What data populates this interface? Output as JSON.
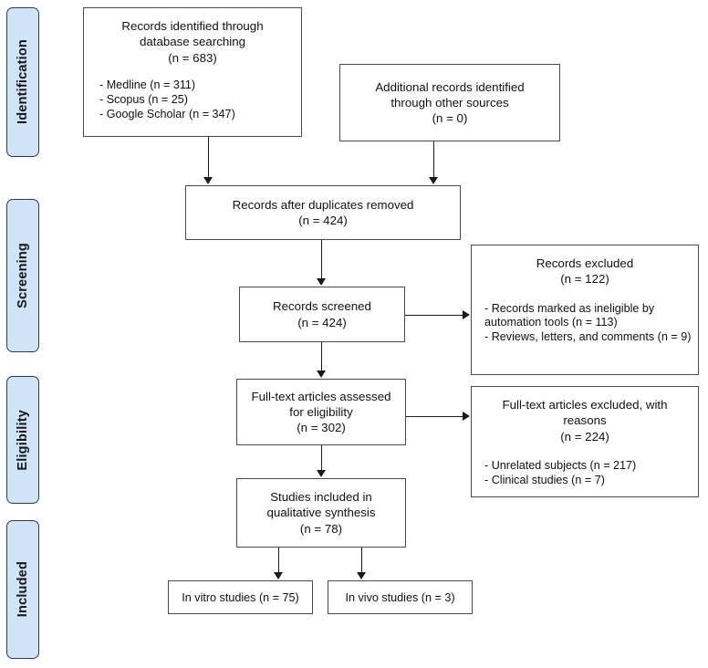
{
  "diagram": {
    "title": "PRISMA study selection flow diagram",
    "phases": [
      {
        "id": "identification",
        "label": "Identification"
      },
      {
        "id": "screening",
        "label": "Screening"
      },
      {
        "id": "eligibility",
        "label": "Eligibility"
      },
      {
        "id": "included",
        "label": "Included"
      }
    ],
    "boxes": {
      "database_search": {
        "line1": "Records identified through",
        "line2": "database searching",
        "line3": "(n = 683)",
        "sub1": "- Medline (n = 311)",
        "sub2": "- Scopus (n = 25)",
        "sub3": "- Google Scholar (n = 347)"
      },
      "other_sources": {
        "line1": "Additional records identified",
        "line2": "through other sources",
        "line3": "(n = 0)"
      },
      "duplicates_removed": {
        "line1": "Records after duplicates removed",
        "line2": "(n = 424)"
      },
      "records_screened": {
        "line1": "Records screened",
        "line2": "(n = 424)"
      },
      "records_excluded": {
        "line1": "Records excluded",
        "line2": "(n = 122)",
        "sub1": "- Records marked as ineligible by automation tools (n = 113)",
        "sub2": "- Reviews, letters, and comments (n = 9)"
      },
      "fulltext_assessed": {
        "line1": "Full-text articles assessed",
        "line2": "for eligibility",
        "line3": "(n = 302)"
      },
      "fulltext_excluded": {
        "line1": "Full-text articles excluded, with",
        "line2": "reasons",
        "line3": "(n = 224)",
        "sub1": "- Unrelated subjects (n = 217)",
        "sub2": "- Clinical studies (n = 7)"
      },
      "qualitative_synthesis": {
        "line1": "Studies included in",
        "line2": "qualitative synthesis",
        "line3": "(n = 78)"
      },
      "in_vitro": {
        "line1": "In vitro studies (n = 75)"
      },
      "in_vivo": {
        "line1": "In vivo studies (n = 3)"
      }
    },
    "colors": {
      "phase_fill": "#cfe4f7",
      "phase_border": "#2b3a55",
      "box_border": "#4a4a4a",
      "connector": "#1a1a1a",
      "text": "#111111",
      "background": "#ffffff"
    }
  },
  "chart_data": {
    "type": "diagram",
    "title": "PRISMA flow diagram",
    "nodes": [
      {
        "id": "database_search",
        "phase": "Identification",
        "label": "Records identified through database searching",
        "n": 683,
        "breakdown": [
          {
            "source": "Medline",
            "n": 311
          },
          {
            "source": "Scopus",
            "n": 25
          },
          {
            "source": "Google Scholar",
            "n": 347
          }
        ]
      },
      {
        "id": "other_sources",
        "phase": "Identification",
        "label": "Additional records identified through other sources",
        "n": 0
      },
      {
        "id": "duplicates_removed",
        "phase": "Screening",
        "label": "Records after duplicates removed",
        "n": 424
      },
      {
        "id": "records_screened",
        "phase": "Screening",
        "label": "Records screened",
        "n": 424
      },
      {
        "id": "records_excluded",
        "phase": "Screening",
        "label": "Records excluded",
        "n": 122,
        "breakdown": [
          {
            "reason": "Records marked as ineligible by automation tools",
            "n": 113
          },
          {
            "reason": "Reviews, letters, and comments",
            "n": 9
          }
        ]
      },
      {
        "id": "fulltext_assessed",
        "phase": "Eligibility",
        "label": "Full-text articles assessed for eligibility",
        "n": 302
      },
      {
        "id": "fulltext_excluded",
        "phase": "Eligibility",
        "label": "Full-text articles excluded, with reasons",
        "n": 224,
        "breakdown": [
          {
            "reason": "Unrelated subjects",
            "n": 217
          },
          {
            "reason": "Clinical studies",
            "n": 7
          }
        ]
      },
      {
        "id": "qualitative_synthesis",
        "phase": "Included",
        "label": "Studies included in qualitative synthesis",
        "n": 78
      },
      {
        "id": "in_vitro",
        "phase": "Included",
        "label": "In vitro studies",
        "n": 75
      },
      {
        "id": "in_vivo",
        "phase": "Included",
        "label": "In vivo studies",
        "n": 3
      }
    ],
    "edges": [
      {
        "from": "database_search",
        "to": "duplicates_removed"
      },
      {
        "from": "other_sources",
        "to": "duplicates_removed"
      },
      {
        "from": "duplicates_removed",
        "to": "records_screened"
      },
      {
        "from": "records_screened",
        "to": "records_excluded"
      },
      {
        "from": "records_screened",
        "to": "fulltext_assessed"
      },
      {
        "from": "fulltext_assessed",
        "to": "fulltext_excluded"
      },
      {
        "from": "fulltext_assessed",
        "to": "qualitative_synthesis"
      },
      {
        "from": "qualitative_synthesis",
        "to": "in_vitro"
      },
      {
        "from": "qualitative_synthesis",
        "to": "in_vivo"
      }
    ]
  }
}
